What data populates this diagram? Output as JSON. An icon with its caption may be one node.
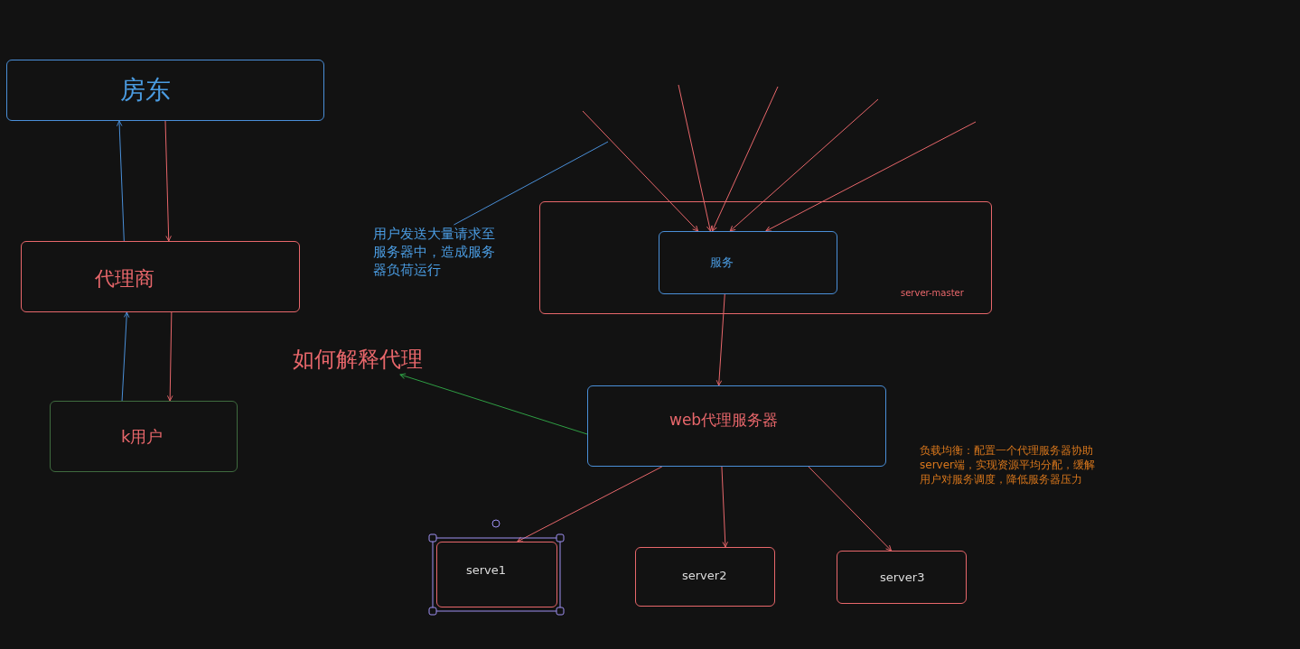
{
  "diagram": {
    "nodes": [
      {
        "text": [
          "房东"
        ]
      },
      {
        "text": [
          "代理商"
        ]
      },
      {
        "text": [
          "k用户"
        ]
      },
      {
        "text": [
          "server-master"
        ]
      },
      {
        "text": [
          "服务"
        ],
        "in": 3
      },
      {
        "text": [
          "web代理服务器"
        ]
      },
      {
        "text": [
          "serve1"
        ]
      },
      {
        "text": [
          "server2"
        ]
      },
      {
        "text": [
          "server3"
        ]
      },
      {
        "text": [
          "用户发送大量请求至服务器中，造成服务器负荷运行"
        ]
      },
      {
        "text": [
          "如何解释代理"
        ]
      }
    ],
    "edges": [
      {
        "from": 1,
        "to": 0,
        "arrow": "to",
        "color": "#4a8fd8"
      },
      {
        "from": 0,
        "to": 1,
        "arrow": "to"
      },
      {
        "from": 2,
        "to": 1,
        "arrow": "to",
        "color": "#4a8fd8"
      },
      {
        "from": 1,
        "to": 2,
        "arrow": "to"
      },
      {
        "from": null,
        "to": 4,
        "arrow": "to"
      },
      {
        "from": null,
        "to": 4,
        "arrow": "to"
      },
      {
        "from": null,
        "to": 4,
        "arrow": "to"
      },
      {
        "from": null,
        "to": 4,
        "arrow": "to"
      },
      {
        "from": null,
        "to": 4,
        "arrow": "to"
      },
      {
        "from": 4,
        "to": 5,
        "arrow": "to"
      },
      {
        "from": 5,
        "to": 6,
        "arrow": "to"
      },
      {
        "from": 5,
        "to": 7,
        "arrow": "to"
      },
      {
        "from": 5,
        "to": 8,
        "arrow": "to"
      },
      {
        "from": 9,
        "to": null,
        "arrow": "none",
        "color": "#4a8fd8"
      },
      {
        "from": 5,
        "to": 10,
        "arrow": "to",
        "color": "#2f9e44"
      }
    ],
    "labels": [
      "负载均衡：配置一个代理服务器协助server端，实现资源平均分配，缓解用户对服务调度，降低服务器压力"
    ]
  }
}
